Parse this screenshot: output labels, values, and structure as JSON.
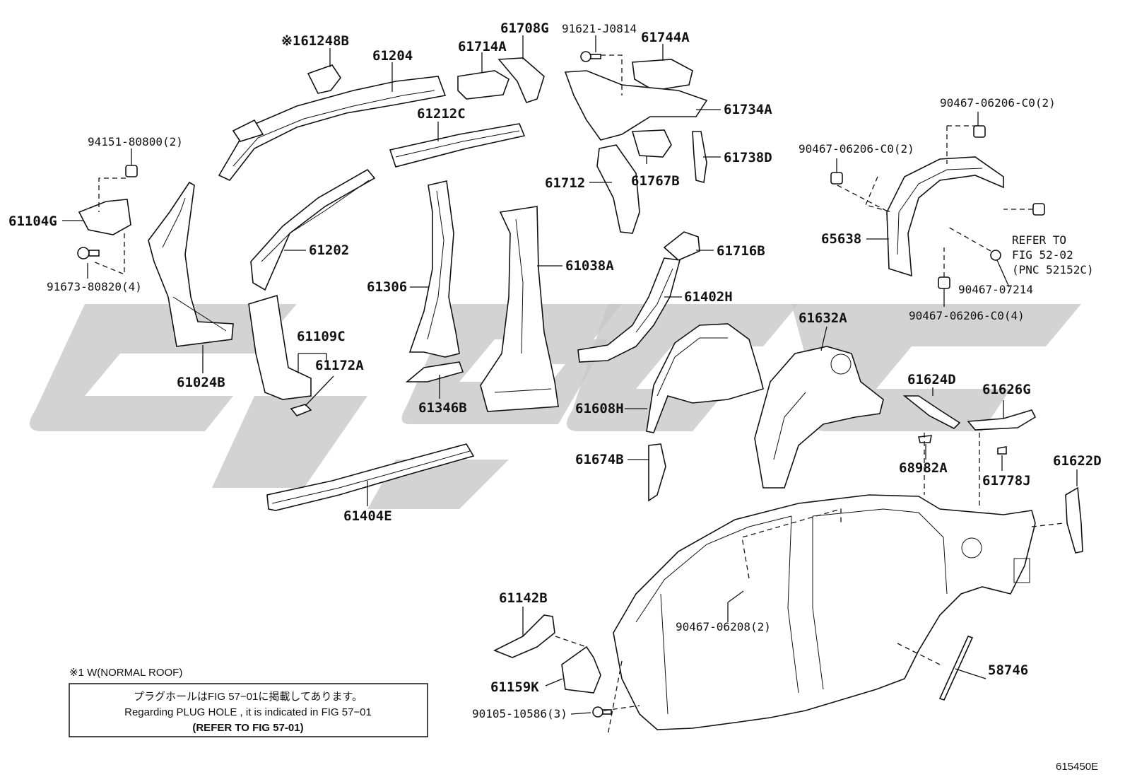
{
  "part_labels": {
    "p61248B": "※161248B",
    "p61204": "61204",
    "p61714A": "61714A",
    "p61708G": "61708G",
    "p91621": "91621-J0814",
    "p61744A": "61744A",
    "p61734A": "61734A",
    "p61212C": "61212C",
    "p94151": "94151-80800(2)",
    "p61104G": "61104G",
    "p91673": "91673-80820(4)",
    "p61202": "61202",
    "p61306": "61306",
    "p61038A": "61038A",
    "p61712": "61712",
    "p61767B": "61767B",
    "p61738D": "61738D",
    "p61716B": "61716B",
    "p61402H": "61402H",
    "p61024B": "61024B",
    "p61109C": "61109C",
    "p61172A": "61172A",
    "p61346B": "61346B",
    "p61608H": "61608H",
    "p61632A": "61632A",
    "p61674B": "61674B",
    "p61404E": "61404E",
    "p90467_c02a": "90467-06206-C0(2)",
    "p90467_c02b": "90467-06206-C0(2)",
    "p65638": "65638",
    "refer_line1": "REFER TO",
    "refer_line2": "FIG 52-02",
    "refer_line3": "(PNC 52152C)",
    "p90467_07214": "90467-07214",
    "p90467_c04": "90467-06206-C0(4)",
    "p61624D": "61624D",
    "p61626G": "61626G",
    "p68982A": "68982A",
    "p61778J": "61778J",
    "p61622D": "61622D",
    "p61142B": "61142B",
    "p61159K": "61159K",
    "p90105": "90105-10586(3)",
    "p90467_06208": "90467-06208(2)",
    "p58746": "58746"
  },
  "notes": {
    "footnote": "※1 W(NORMAL ROOF)",
    "box_line1": "プラグホールはFIG 57−01に掲載してあります。",
    "box_line2": "Regarding  PLUG  HOLE , it is indicated in FIG  57−01",
    "box_line3": "(REFER  TO  FIG  57-01)"
  },
  "figure_code": "615450E"
}
